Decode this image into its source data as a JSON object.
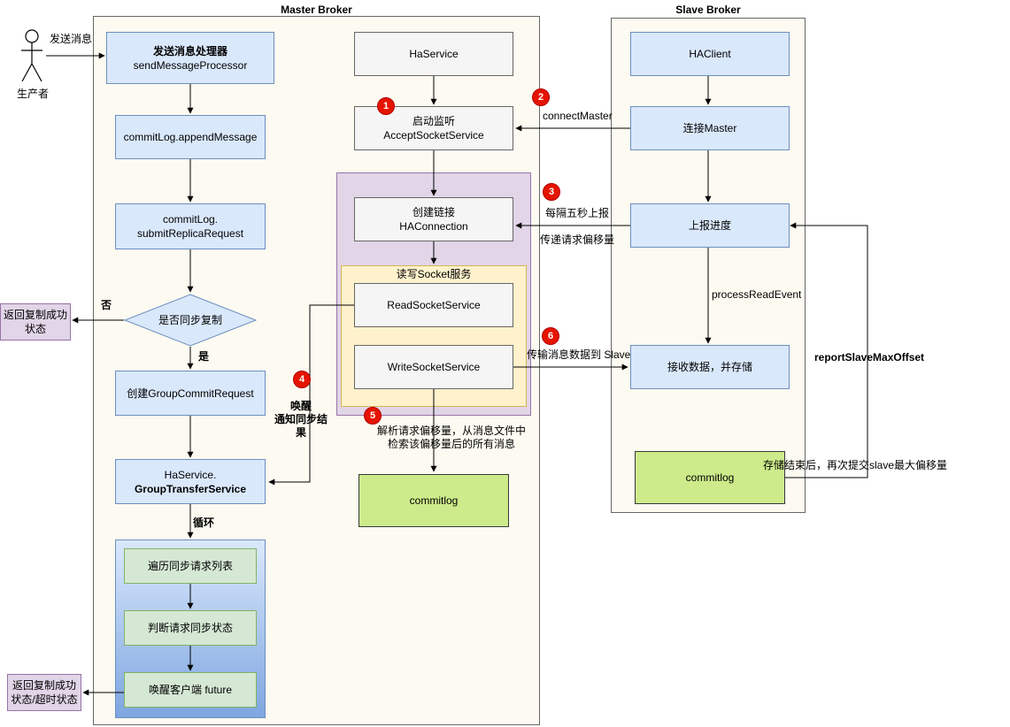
{
  "master": {
    "title": "Master Broker"
  },
  "slave": {
    "title": "Slave Broker"
  },
  "producer": {
    "label": "生产者",
    "arrow_label": "发送消息"
  },
  "left_column": {
    "send_processor": {
      "line1": "发送消息处理器",
      "line2": "sendMessageProcessor"
    },
    "append_message": "commitLog.appendMessage",
    "submit_replica": {
      "line1": "commitLog.",
      "line2": "submitReplicaRequest"
    },
    "sync_decision": "是否同步复制",
    "no_label": "否",
    "yes_label": "是",
    "return_success": {
      "line1": "返回复制成功",
      "line2": "状态"
    },
    "create_group_commit": "创建GroupCommitRequest",
    "group_transfer": {
      "line1": "HaService.",
      "line2": "GroupTransferService"
    },
    "loop_label": "循环",
    "traverse": "遍历同步请求列表",
    "judge": "判断请求同步状态",
    "wake_future": "唤醒客户端 future",
    "return_success_timeout": {
      "line1": "返回复制成功",
      "line2": "状态/超时状态"
    }
  },
  "middle_column": {
    "ha_service": "HaService",
    "accept_socket": {
      "line1": "启动监听",
      "line2": "AcceptSocketService"
    },
    "ha_connection": {
      "line1": "创建链接",
      "line2": "HAConnection"
    },
    "rw_socket_title": "读写Socket服务",
    "read_socket": "ReadSocketService",
    "write_socket": "WriteSocketService",
    "commitlog": "commitlog",
    "wake_label": {
      "line1": "唤醒",
      "line2": "通知同步结",
      "line3": "果"
    },
    "parse_label": {
      "line1": "解析请求偏移量，从消息文件中",
      "line2": "检索该偏移量后的所有消息"
    }
  },
  "slave_column": {
    "ha_client": "HAClient",
    "connect_master": "连接Master",
    "report_progress": "上报进度",
    "receive_store": "接收数据，并存储",
    "commitlog": "commitlog",
    "process_read_event": "processReadEvent",
    "report_slave_max_offset": "reportSlaveMaxOffset",
    "store_done_label": "存储结束后，再次提交slave最大偏移量"
  },
  "links": {
    "connect_master": "connectMaster",
    "report_every": "每隔五秒上报",
    "pass_offset": "传递请求偏移量",
    "transfer_to_slave": "传输消息数据到 Slave"
  },
  "badges": [
    "1",
    "2",
    "3",
    "4",
    "5",
    "6"
  ],
  "colors": {
    "badge": "#e51400",
    "blue_box": "#dae8fc",
    "gray_box": "#f5f5f5",
    "green_box": "#d5e8d4",
    "commitlog": "#cdeb8b",
    "container": "#fdfbf1",
    "purple": "#e1d5e7",
    "yellow": "#fff2cc"
  }
}
